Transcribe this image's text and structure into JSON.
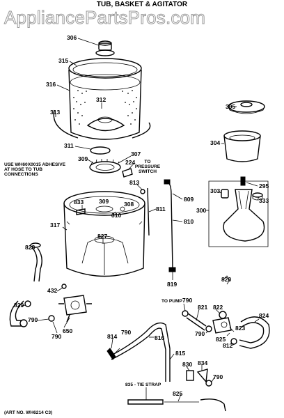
{
  "watermark": "AppliancePartsPros.com",
  "title": "TUB, BASKET & AGITATOR",
  "notes": {
    "adhesive": [
      "USE WH60X0015 ADHESIVE",
      "AT HOSE TO TUB",
      "CONNECTIONS"
    ],
    "pressure": [
      "TO",
      "PRESSURE",
      "SWITCH"
    ],
    "to_pump": "TO PUMP",
    "tie_strap": "835 - TIE STRAP",
    "art_no": "(ART NO. WH6214 C3)"
  },
  "parts": {
    "p306": "306",
    "p315": "315",
    "p316": "316",
    "p312": "312",
    "p313": "313",
    "p311": "311",
    "p309a": "309",
    "p307": "307",
    "p224": "224",
    "p813": "813",
    "p305": "305",
    "p304": "304",
    "p295": "295",
    "p303": "303",
    "p333": "333",
    "p300": "300",
    "p809": "809",
    "p810": "810",
    "p811": "811",
    "p833": "833",
    "p309b": "309",
    "p308": "308",
    "p310": "310",
    "p317": "317",
    "p827": "827",
    "p828": "828",
    "p819": "819",
    "p432": "432",
    "p829": "829",
    "p650": "650",
    "p790a": "790",
    "p790b": "790",
    "p820": "820",
    "p790c": "790",
    "p821": "821",
    "p822": "822",
    "p790d": "790",
    "p823": "823",
    "p824": "824",
    "p825a": "825",
    "p812": "812",
    "p790e": "790",
    "p814": "814",
    "p816": "816",
    "p815": "815",
    "p830": "830",
    "p834": "834",
    "p790f": "790",
    "p825b": "825"
  }
}
